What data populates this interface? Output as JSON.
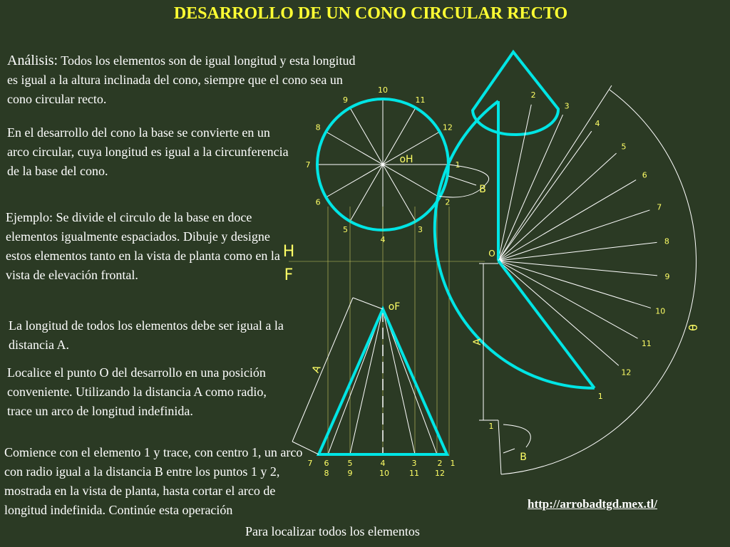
{
  "title": "DESARROLLO DE UN CONO CIRCULAR RECTO",
  "para1": {
    "lead": "Análisis:",
    "body": " Todos los elementos son de igual longitud y esta longitud es igual a la altura inclinada del cono, siempre que el cono sea un cono circular recto."
  },
  "para2": "En el desarrollo del cono la base se convierte en un arco circular, cuya longitud es igual a la circunferencia de la base del cono.",
  "para3": "Ejemplo: Se divide el circulo de la base en doce elementos igualmente espaciados. Dibuje y designe estos elementos tanto en la vista de planta como en la vista de elevación frontal.",
  "para4": "La longitud de todos los elementos debe ser igual a la distancia A.",
  "para5": "Localice el punto O del desarrollo en una posición conveniente. Utilizando la distancia A como radio, trace un arco de longitud indefinida.",
  "para6": "Comience con el elemento 1 y trace, con centro 1, un arco con radio igual a la distancia B entre los puntos 1 y 2, mostrada en la vista de planta, hasta cortar el arco de longitud indefinida. Continúe esta operación",
  "para7": "Para localizar todos los elementos",
  "link": "http://arrobadtgd.mex.tl/",
  "diagram": {
    "colors": {
      "accent": "#00e5e5",
      "line": "#ffffff",
      "label": "#ffff66"
    },
    "plan_view": {
      "point_label": "oH",
      "numbers": [
        "10",
        "11",
        "12",
        "1",
        "2",
        "3",
        "4",
        "5",
        "6",
        "7",
        "8",
        "9"
      ],
      "b_label": "B"
    },
    "hf_labels": {
      "h": "H",
      "f": "F"
    },
    "front_view": {
      "apex_label": "oF",
      "a_label": "A",
      "base_top": [
        "7",
        "6",
        "5",
        "4",
        "3",
        "2",
        "1"
      ],
      "base_bottom": [
        "8",
        "9",
        "10",
        "11",
        "12"
      ]
    },
    "development": {
      "origin_label": "O",
      "a_label": "A",
      "b_label": "B",
      "theta_label": "θ",
      "numbers": [
        "1",
        "12",
        "11",
        "10",
        "9",
        "8",
        "7",
        "6",
        "5",
        "4",
        "3",
        "2",
        "1"
      ]
    }
  }
}
